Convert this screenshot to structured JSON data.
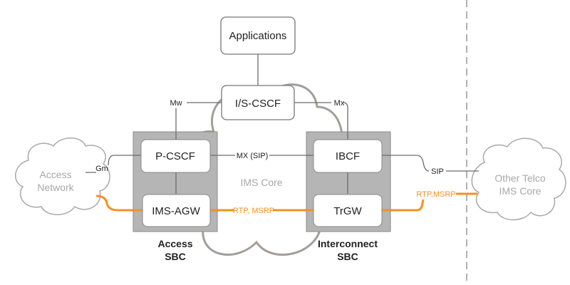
{
  "diagram": {
    "colors": {
      "signaling_line": "#6b6b6b",
      "media_line": "#f7901e",
      "sbc_fill": "#b5b5b5",
      "node_fill": "#ffffff",
      "cloud_stroke": "#a39e98",
      "boundary_dash": "#b0b0b0"
    },
    "nodes": {
      "applications": "Applications",
      "is_cscf": "I/S-CSCF",
      "p_cscf": "P-CSCF",
      "ims_agw": "IMS-AGW",
      "ibcf": "IBCF",
      "trgw": "TrGW"
    },
    "clouds": {
      "access_network": [
        "Access",
        "Network"
      ],
      "ims_core": "IMS Core",
      "other_telco": [
        "Other Telco",
        "IMS Core"
      ]
    },
    "interfaces": {
      "mw": "Mw",
      "mx_top": "Mx",
      "gm": "Gm",
      "mx_sip": "MX (SIP)",
      "sip": "SIP",
      "rtp_msrp_core": "RTP, MSRP",
      "rtp_msrp_ext": "RTP,MSRP"
    },
    "groups": {
      "access_sbc": [
        "Access",
        "SBC"
      ],
      "interconnect_sbc": [
        "Interconnect",
        "SBC"
      ]
    }
  }
}
